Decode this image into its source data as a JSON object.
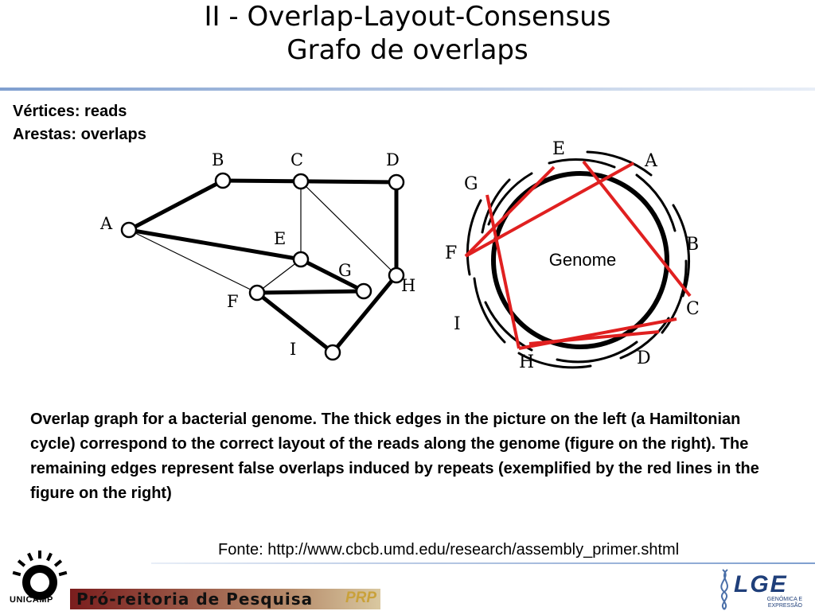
{
  "slide": {
    "title_line1": "II - Overlap-Layout-Consensus",
    "title_line2": "Grafo de overlaps",
    "definitions": [
      "Vértices: reads",
      "Arestas: overlaps"
    ],
    "caption": "Overlap graph for a bacterial genome.  The thick edges in the picture on the left (a Hamiltonian cycle) correspond to the correct layout of the reads along the genome (figure on the right).  The remaining edges represent false overlaps induced by repeats (exemplified by the red lines in the figure on the right)",
    "source": "Fonte: http://www.cbcb.umd.edu/research/assembly_primer.shtml"
  },
  "graph": {
    "nodes": [
      "A",
      "B",
      "C",
      "D",
      "E",
      "F",
      "G",
      "H",
      "I"
    ]
  },
  "genome_figure": {
    "center_label": "Genome",
    "read_labels": [
      "E",
      "A",
      "G",
      "F",
      "B",
      "C",
      "I",
      "H",
      "D"
    ],
    "repeat_color": "#e02020"
  },
  "footer": {
    "unicamp": "UNICAMP",
    "prp_text": "Pró-reitoria de Pesquisa",
    "prp_mark": "PRP",
    "lge_text": "LGE",
    "lge_sub_1": "GENÔMICA E",
    "lge_sub_2": "EXPRESSÃO"
  }
}
